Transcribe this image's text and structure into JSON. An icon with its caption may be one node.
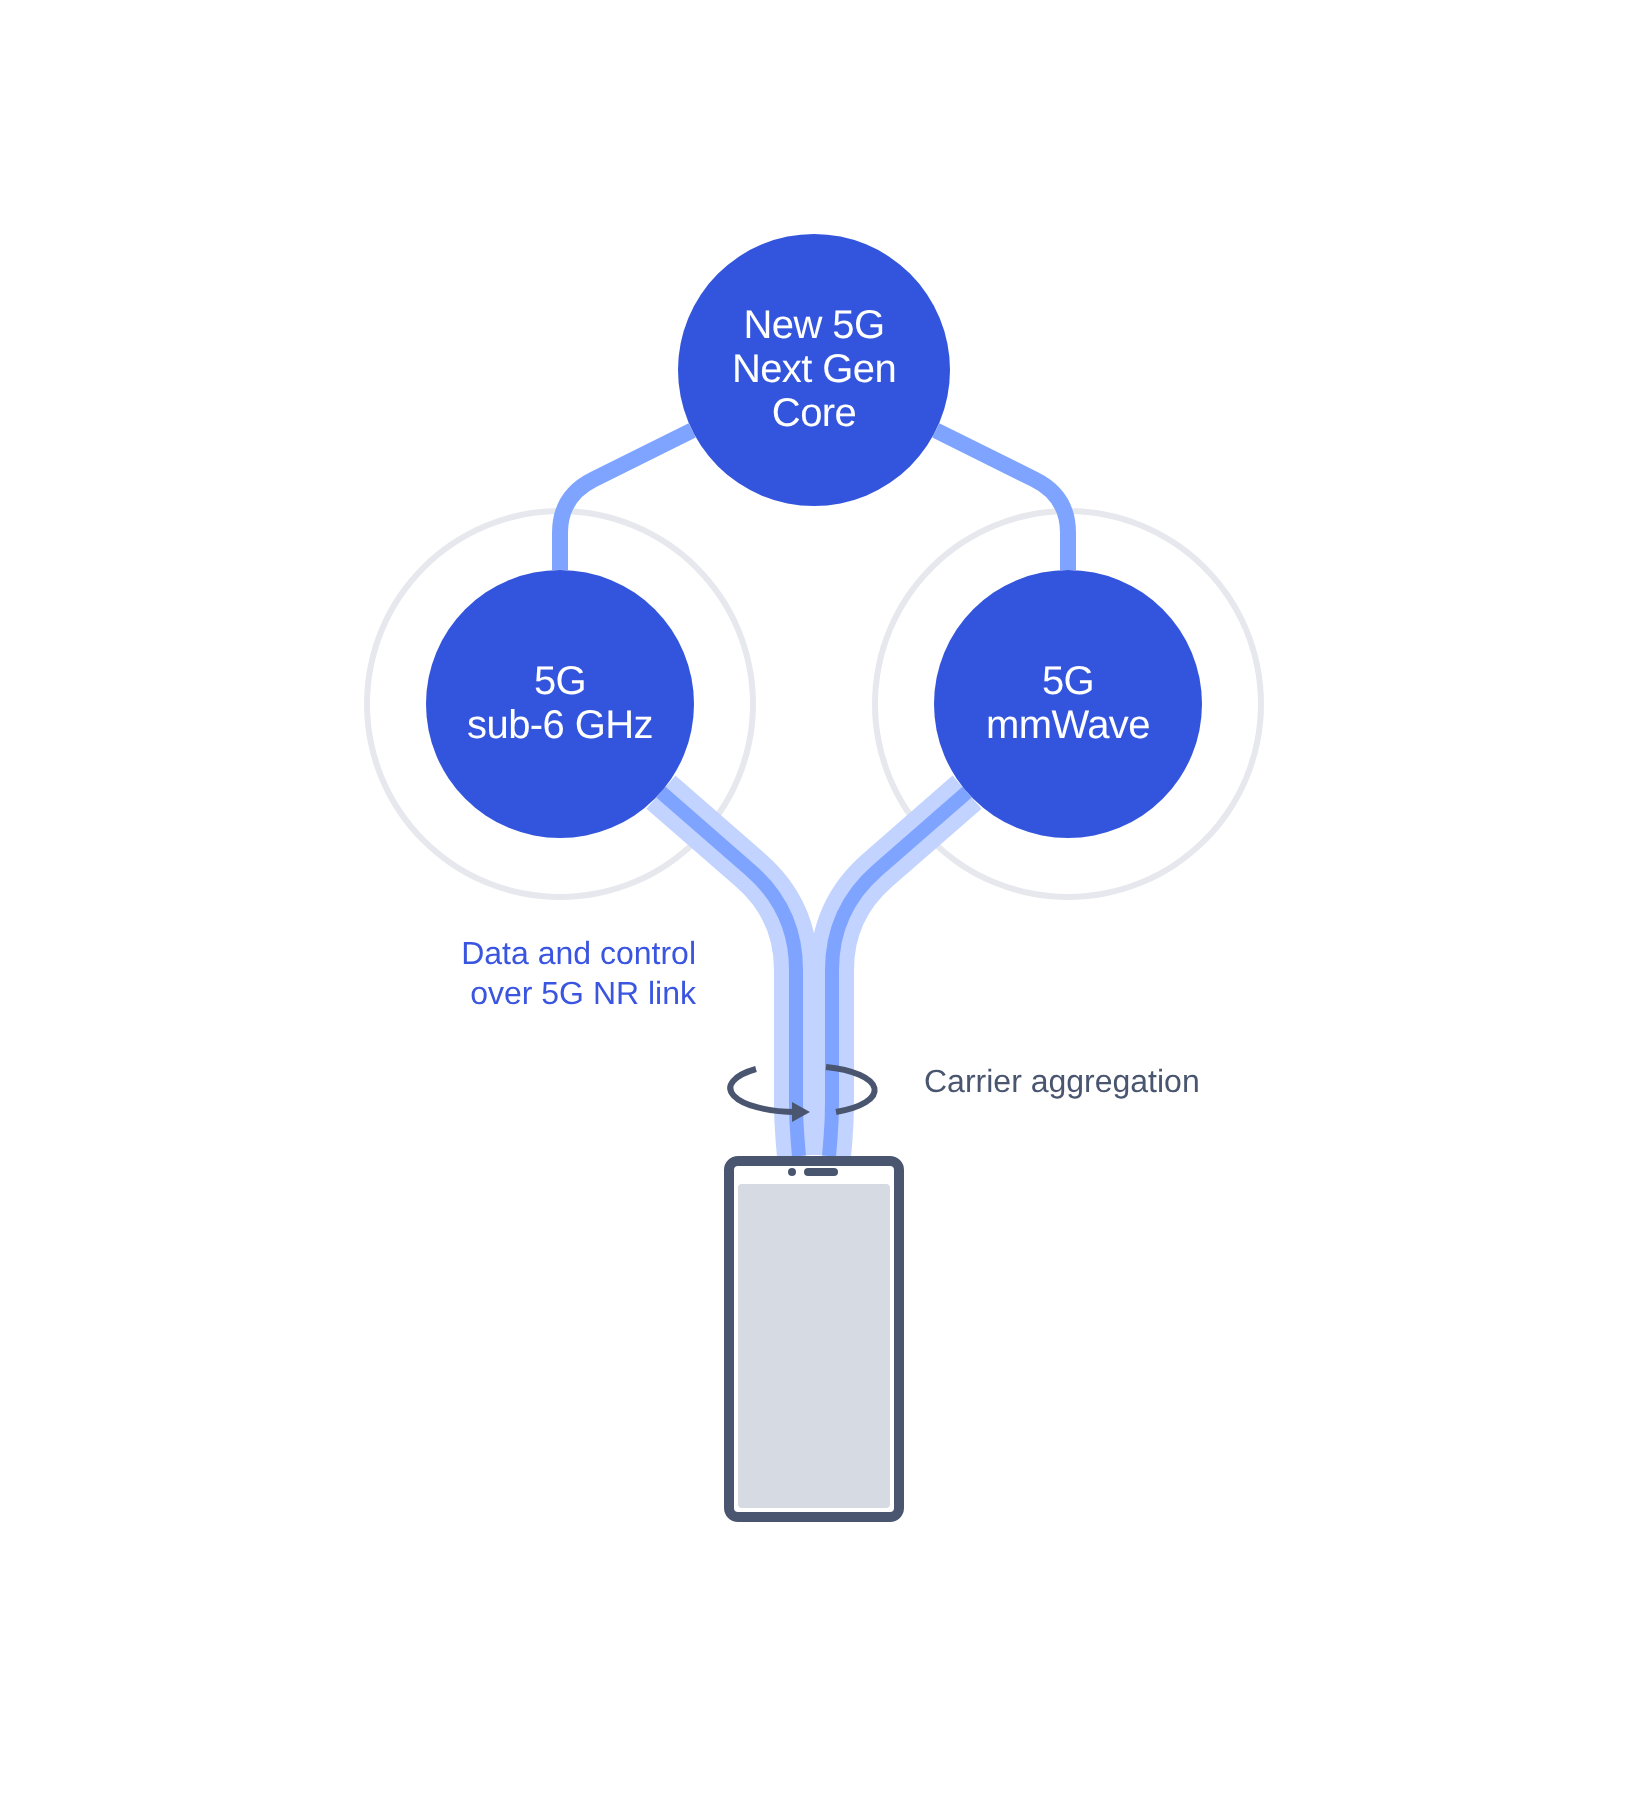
{
  "diagram": {
    "nodes": [
      {
        "text": [
          "New 5G Next Gen Core"
        ]
      },
      {
        "text": [],
        "shape": "circle"
      },
      {
        "text": [
          "5G",
          "sub-6 GHz"
        ],
        "in": 1
      },
      {
        "text": [],
        "shape": "circle"
      },
      {
        "text": [
          "5G",
          "mmWave"
        ],
        "in": 3
      },
      {
        "text": [],
        "shape": "phone"
      }
    ],
    "edges": [
      {
        "from": 0,
        "to": 2,
        "arrow": "none"
      },
      {
        "from": 0,
        "to": 4,
        "arrow": "none"
      },
      {
        "from": 2,
        "to": 5,
        "arrow": "none",
        "style": "thick"
      },
      {
        "from": 4,
        "to": 5,
        "arrow": "none",
        "style": "thick"
      }
    ],
    "labels": [
      "Data and control over 5G NR link",
      "Carrier aggregation"
    ]
  }
}
